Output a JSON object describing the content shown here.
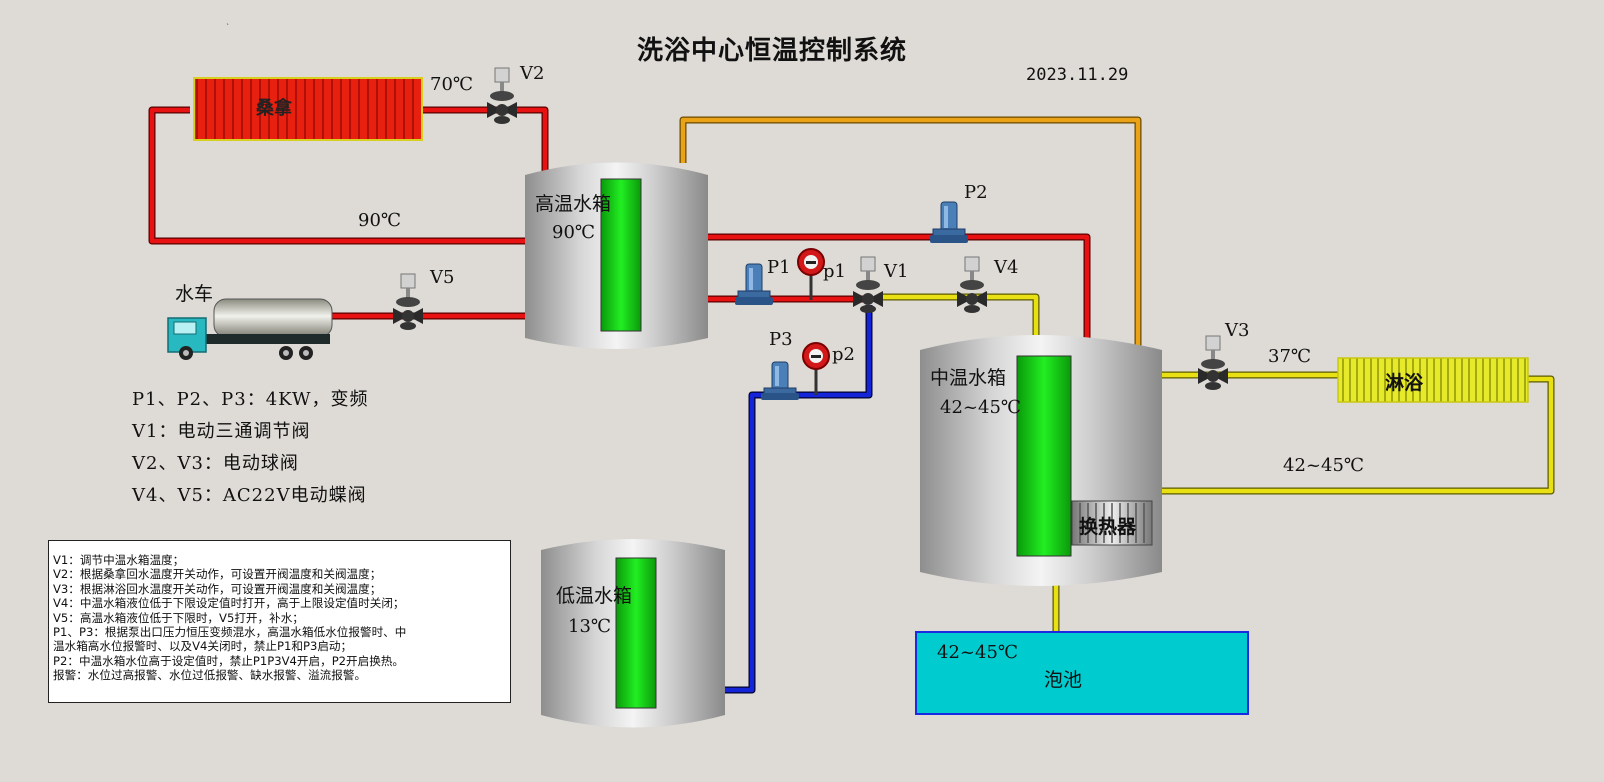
{
  "title": "洗浴中心恒温控制系统",
  "date": "2023.11.29",
  "tanks": {
    "high": {
      "name": "高温水箱",
      "temp": "90℃"
    },
    "mid": {
      "name": "中温水箱",
      "temp": "42~45℃"
    },
    "low": {
      "name": "低温水箱",
      "temp": "13℃"
    }
  },
  "equipment": {
    "sauna": "桑拿",
    "shower": "淋浴",
    "pool": "泡池",
    "pool_temp": "42~45℃",
    "heat_exchanger": "换热器",
    "water_truck": "水车"
  },
  "temperatures": {
    "sauna_return": "70℃",
    "sauna_supply": "90℃",
    "shower_supply": "37℃",
    "shower_return": "42~45℃"
  },
  "valves": {
    "v1": "V1",
    "v2": "V2",
    "v3": "V3",
    "v4": "V4",
    "v5": "V5"
  },
  "pumps": {
    "p1": "P1",
    "p2": "P2",
    "p3": "P3"
  },
  "gauges": {
    "g1": "p1",
    "g2": "p2"
  },
  "legend": [
    "P1、P2、P3：4KW，变频",
    "V1：电动三通调节阀",
    "V2、V3：电动球阀",
    "V4、V5：AC22V电动蝶阀"
  ],
  "notes": [
    "V1：调节中温水箱温度；",
    "V2：根据桑拿回水温度开关动作，可设置开阀温度和关阀温度；",
    "V3：根据淋浴回水温度开关动作，可设置开阀温度和关阀温度；",
    "V4：中温水箱液位低于下限设定值时打开，高于上限设定值时关闭；",
    "V5：高温水箱液位低于下限时，V5打开，补水；",
    "P1、P3：根据泵出口压力恒压变频混水，高温水箱低水位报警时、中",
    "温水箱高水位报警时、以及V4关闭时，禁止P1和P3启动；",
    "P2：中温水箱水位高于设定值时，禁止P1P3V4开启，P2开启换热。",
    "报警：水位过高报警、水位过低报警、缺水报警、溢流报警。"
  ],
  "colors": {
    "hot_pipe": "#e01010",
    "warm_pipe": "#e8e010",
    "orange_pipe": "#e8a010",
    "cold_pipe": "#1020d0",
    "level_green": "#11cc11",
    "pool_fill": "#00ccd0",
    "sauna_fill": "#e82010"
  }
}
